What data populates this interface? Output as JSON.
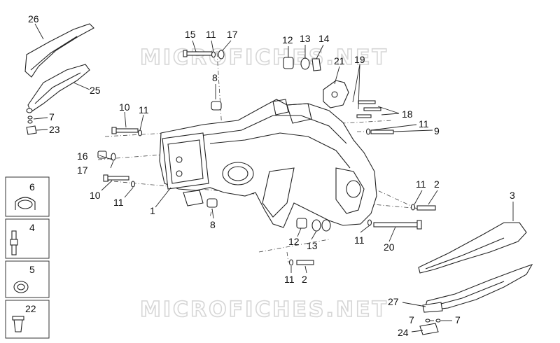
{
  "watermark": "MICROFICHES.NET",
  "callouts": [
    {
      "id": "c26",
      "text": "26"
    },
    {
      "id": "c25",
      "text": "25"
    },
    {
      "id": "c7a",
      "text": "7"
    },
    {
      "id": "c23",
      "text": "23"
    },
    {
      "id": "c15",
      "text": "15"
    },
    {
      "id": "c11a",
      "text": "11"
    },
    {
      "id": "c17a",
      "text": "17"
    },
    {
      "id": "c8a",
      "text": "8"
    },
    {
      "id": "c12a",
      "text": "12"
    },
    {
      "id": "c13a",
      "text": "13"
    },
    {
      "id": "c14",
      "text": "14"
    },
    {
      "id": "c21",
      "text": "21"
    },
    {
      "id": "c19",
      "text": "19"
    },
    {
      "id": "c18",
      "text": "18"
    },
    {
      "id": "c11b",
      "text": "11"
    },
    {
      "id": "c9",
      "text": "9"
    },
    {
      "id": "c10a",
      "text": "10"
    },
    {
      "id": "c11c",
      "text": "11"
    },
    {
      "id": "c16",
      "text": "16"
    },
    {
      "id": "c17b",
      "text": "17"
    },
    {
      "id": "c10b",
      "text": "10"
    },
    {
      "id": "c11d",
      "text": "11"
    },
    {
      "id": "c1",
      "text": "1"
    },
    {
      "id": "c8b",
      "text": "8"
    },
    {
      "id": "c12b",
      "text": "12"
    },
    {
      "id": "c13b",
      "text": "13"
    },
    {
      "id": "c11e",
      "text": "11"
    },
    {
      "id": "c2a",
      "text": "2"
    },
    {
      "id": "c11f",
      "text": "11"
    },
    {
      "id": "c2b",
      "text": "2"
    },
    {
      "id": "c11g",
      "text": "11"
    },
    {
      "id": "c20",
      "text": "20"
    },
    {
      "id": "c3",
      "text": "3"
    },
    {
      "id": "c27",
      "text": "27"
    },
    {
      "id": "c7b",
      "text": "7"
    },
    {
      "id": "c7c",
      "text": "7"
    },
    {
      "id": "c24",
      "text": "24"
    }
  ],
  "side_boxes": [
    {
      "id": "b6",
      "text": "6"
    },
    {
      "id": "b4",
      "text": "4"
    },
    {
      "id": "b5",
      "text": "5"
    },
    {
      "id": "b22",
      "text": "22"
    }
  ]
}
